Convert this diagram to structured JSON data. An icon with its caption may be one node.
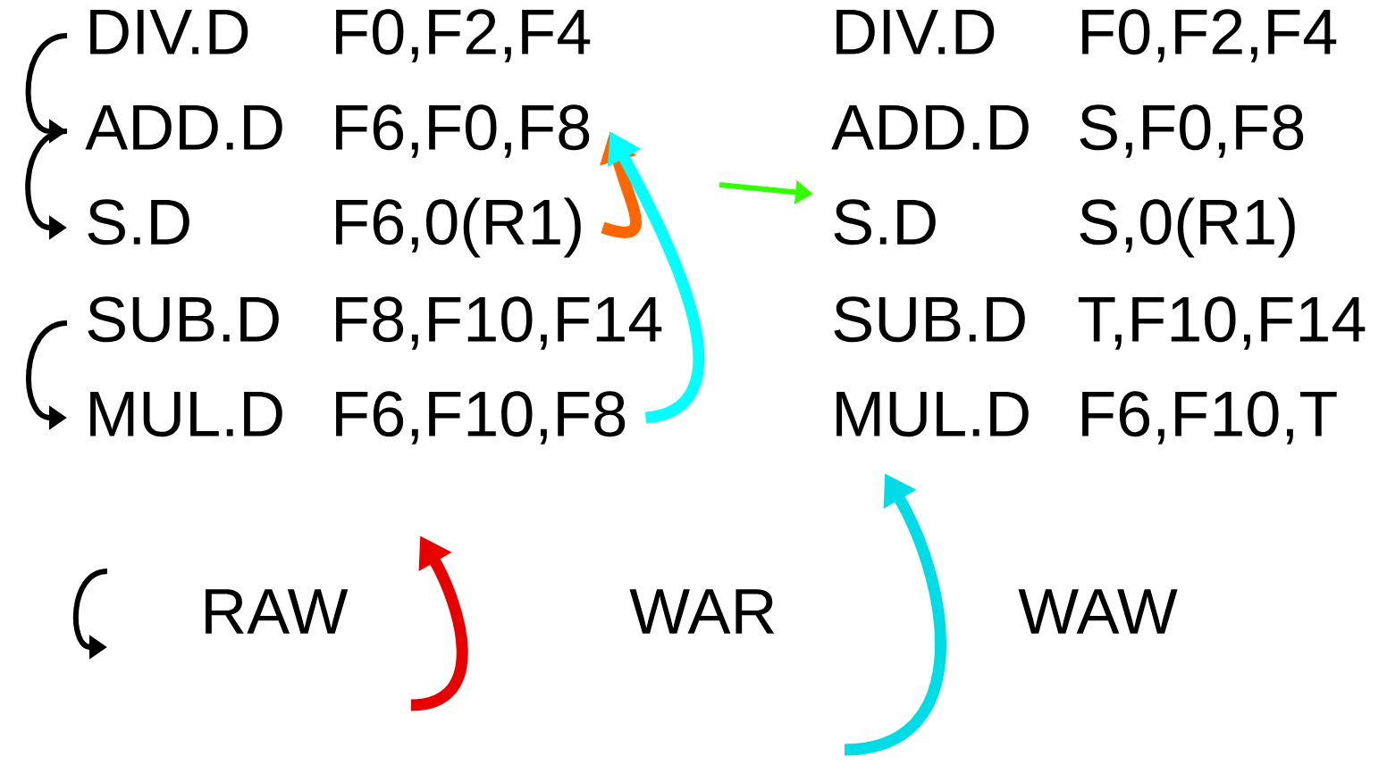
{
  "diagram": {
    "nodes": [
      {
        "text": [
          "DIV.D",
          "F0,F2,F4"
        ]
      },
      {
        "text": [
          "ADD.D",
          "F6,F0,F8"
        ]
      },
      {
        "text": [
          "S.D",
          "F6,0(R1)"
        ]
      },
      {
        "text": [
          "SUB.D",
          "F8,F10,F14"
        ]
      },
      {
        "text": [
          "MUL.D",
          "F6,F10,F8"
        ]
      },
      {
        "text": [
          "DIV.D",
          "F0,F2,F4"
        ]
      },
      {
        "text": [
          "ADD.D",
          "S,F0,F8"
        ]
      },
      {
        "text": [
          "S.D",
          "S,0(R1)"
        ]
      },
      {
        "text": [
          "SUB.D",
          "T,F10,F14"
        ]
      },
      {
        "text": [
          "MUL.D",
          "F6,F10,T"
        ]
      }
    ],
    "edges": [
      {
        "from": 0,
        "to": 1,
        "arrow": "to"
      },
      {
        "from": 1,
        "to": 2,
        "arrow": "to"
      },
      {
        "from": 3,
        "to": 4,
        "arrow": "to"
      },
      {
        "from": 2,
        "to": 1,
        "arrow": "to",
        "style": "thick",
        "color": "#ff6600"
      },
      {
        "from": 4,
        "to": 1,
        "arrow": "to",
        "style": "thick",
        "color": "#00ffff"
      },
      {
        "from": null,
        "to": 7,
        "arrow": "to",
        "color": "#33ff00"
      }
    ],
    "legend": [
      {
        "text": "RAW"
      },
      {
        "text": "WAR"
      },
      {
        "text": "WAW"
      }
    ]
  }
}
